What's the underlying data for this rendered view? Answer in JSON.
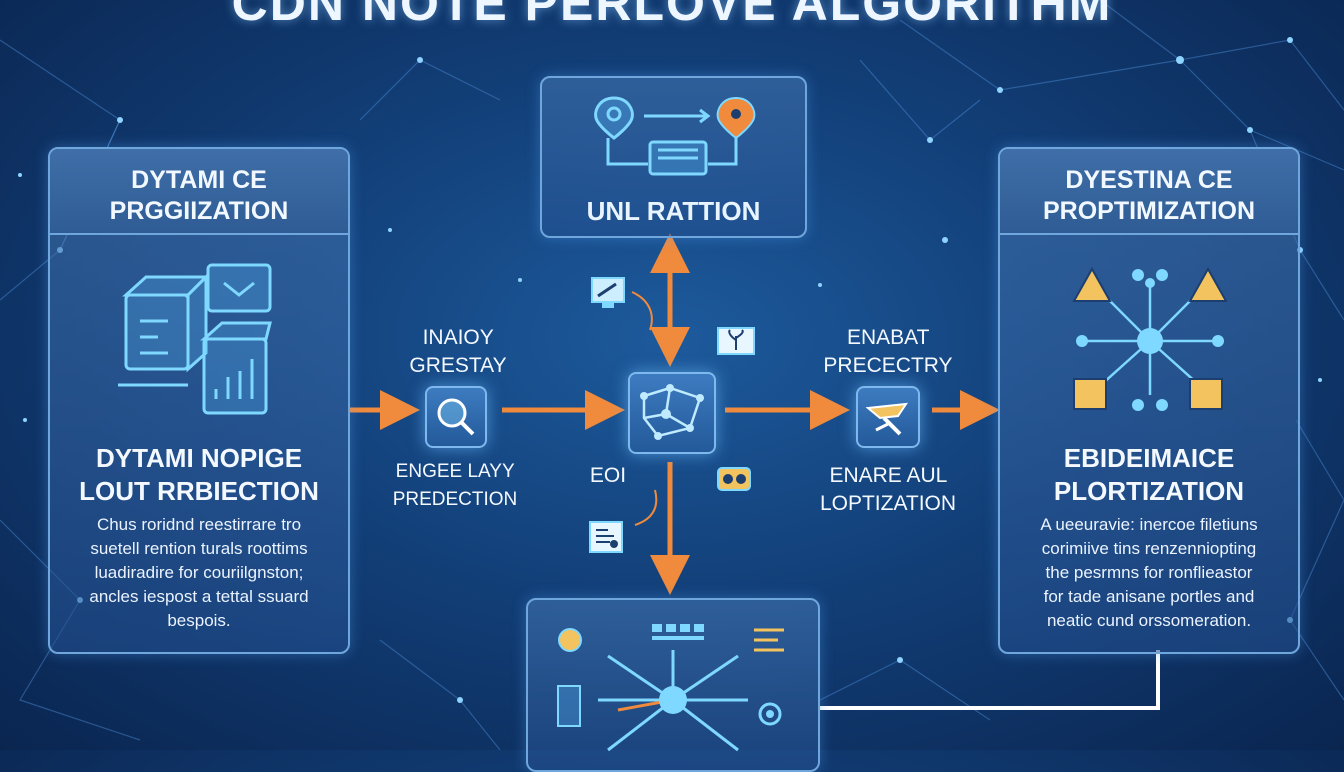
{
  "title": "CDN NOTE PERLOVE ALGORITHM",
  "left_panel": {
    "header": [
      "DYTAMI CE",
      "PRGGIIZATION"
    ],
    "subtitle": [
      "DYTAMI NOPIGE",
      "LOUT RRBIECTION"
    ],
    "description": [
      "Chus roridnd reestirrare tro",
      "suetell rention turals roottims",
      "luadiradire for couriilgnston;",
      "ancles iespost a tettal ssuard",
      "bespois."
    ],
    "icons": [
      "server-icon",
      "monitor-icon",
      "bar-chart-icon"
    ]
  },
  "right_panel": {
    "header": [
      "DYESTINA CE",
      "PROPTIMIZATION"
    ],
    "subtitle": [
      "EBIDEIMAICE",
      "PLORTIZATION"
    ],
    "description": [
      "A ueeuravie: inercoe filetiuns",
      "corimiive tins renzenniopting",
      "the pesrmns for ronflieastor",
      "for tade anisane portles and",
      "neatic cund orssomeration."
    ],
    "icons": [
      "warning-icon",
      "network-hub-icon",
      "alert-icon"
    ]
  },
  "top_panel": {
    "label": "UNL RATTION",
    "icons": [
      "location-pin-icon",
      "keyboard-icon",
      "location-pin-icon"
    ]
  },
  "middle": {
    "left_label_top": [
      "INAIOY",
      "GRESTAY"
    ],
    "left_label_bottom": [
      "ENGEE LAYY",
      "PREDECTION"
    ],
    "center_label": "EOI",
    "right_label_top": [
      "ENABAT",
      "PRECECTRY"
    ],
    "right_label_bottom": [
      "ENARE AUL",
      "LOPTIZATION"
    ],
    "icons": [
      "search-icon",
      "network-chip-icon",
      "tools-icon",
      "monitor-icon",
      "plant-icon",
      "gamepad-icon",
      "document-icon"
    ]
  },
  "bottom_panel": {
    "icons": [
      "sun-icon",
      "grid-icon",
      "key-icon",
      "hub-icon",
      "server-icon",
      "gear-icon"
    ]
  },
  "colors": {
    "background": "#123f78",
    "panel_border": "#6fa6dc",
    "arrow": "#f08a3c",
    "node_glow": "#5fd0ff"
  }
}
